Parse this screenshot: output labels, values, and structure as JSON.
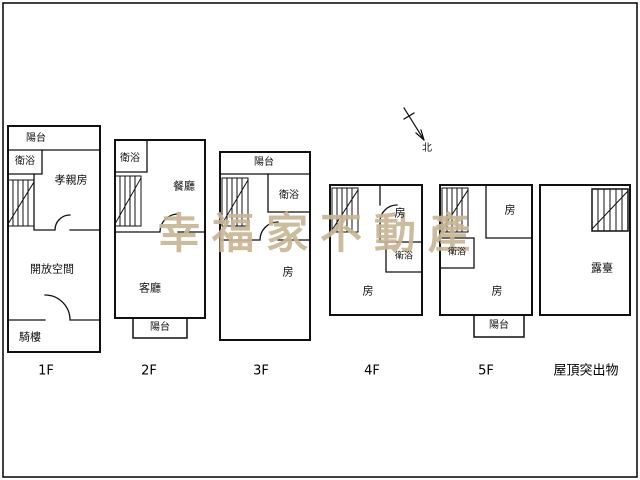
{
  "page": {
    "background": "#ffffff",
    "line_color": "#111111",
    "frame_color": "#000000"
  },
  "watermark": {
    "text": "幸福家不動產",
    "color": "#c8b695"
  },
  "north": {
    "label": "北"
  },
  "floors": {
    "f1": {
      "label": "1F",
      "rooms": {
        "balcony": "陽台",
        "bath": "衛浴",
        "parents_room": "孝親房",
        "open_space": "開放空間",
        "arcade": "騎樓"
      }
    },
    "f2": {
      "label": "2F",
      "rooms": {
        "bath": "衛浴",
        "dining": "餐廳",
        "living": "客廳",
        "balcony": "陽台"
      }
    },
    "f3": {
      "label": "3F",
      "rooms": {
        "balcony": "陽台",
        "bath": "衛浴",
        "room": "房"
      }
    },
    "f4": {
      "label": "4F",
      "rooms": {
        "room_top": "房",
        "bath": "衛浴",
        "room_bottom": "房"
      }
    },
    "f5": {
      "label": "5F",
      "rooms": {
        "room_top": "房",
        "bath": "衛浴",
        "room_bottom": "房",
        "balcony": "陽台"
      }
    },
    "roof": {
      "label": "屋頂突出物",
      "rooms": {
        "terrace": "露臺"
      }
    }
  }
}
